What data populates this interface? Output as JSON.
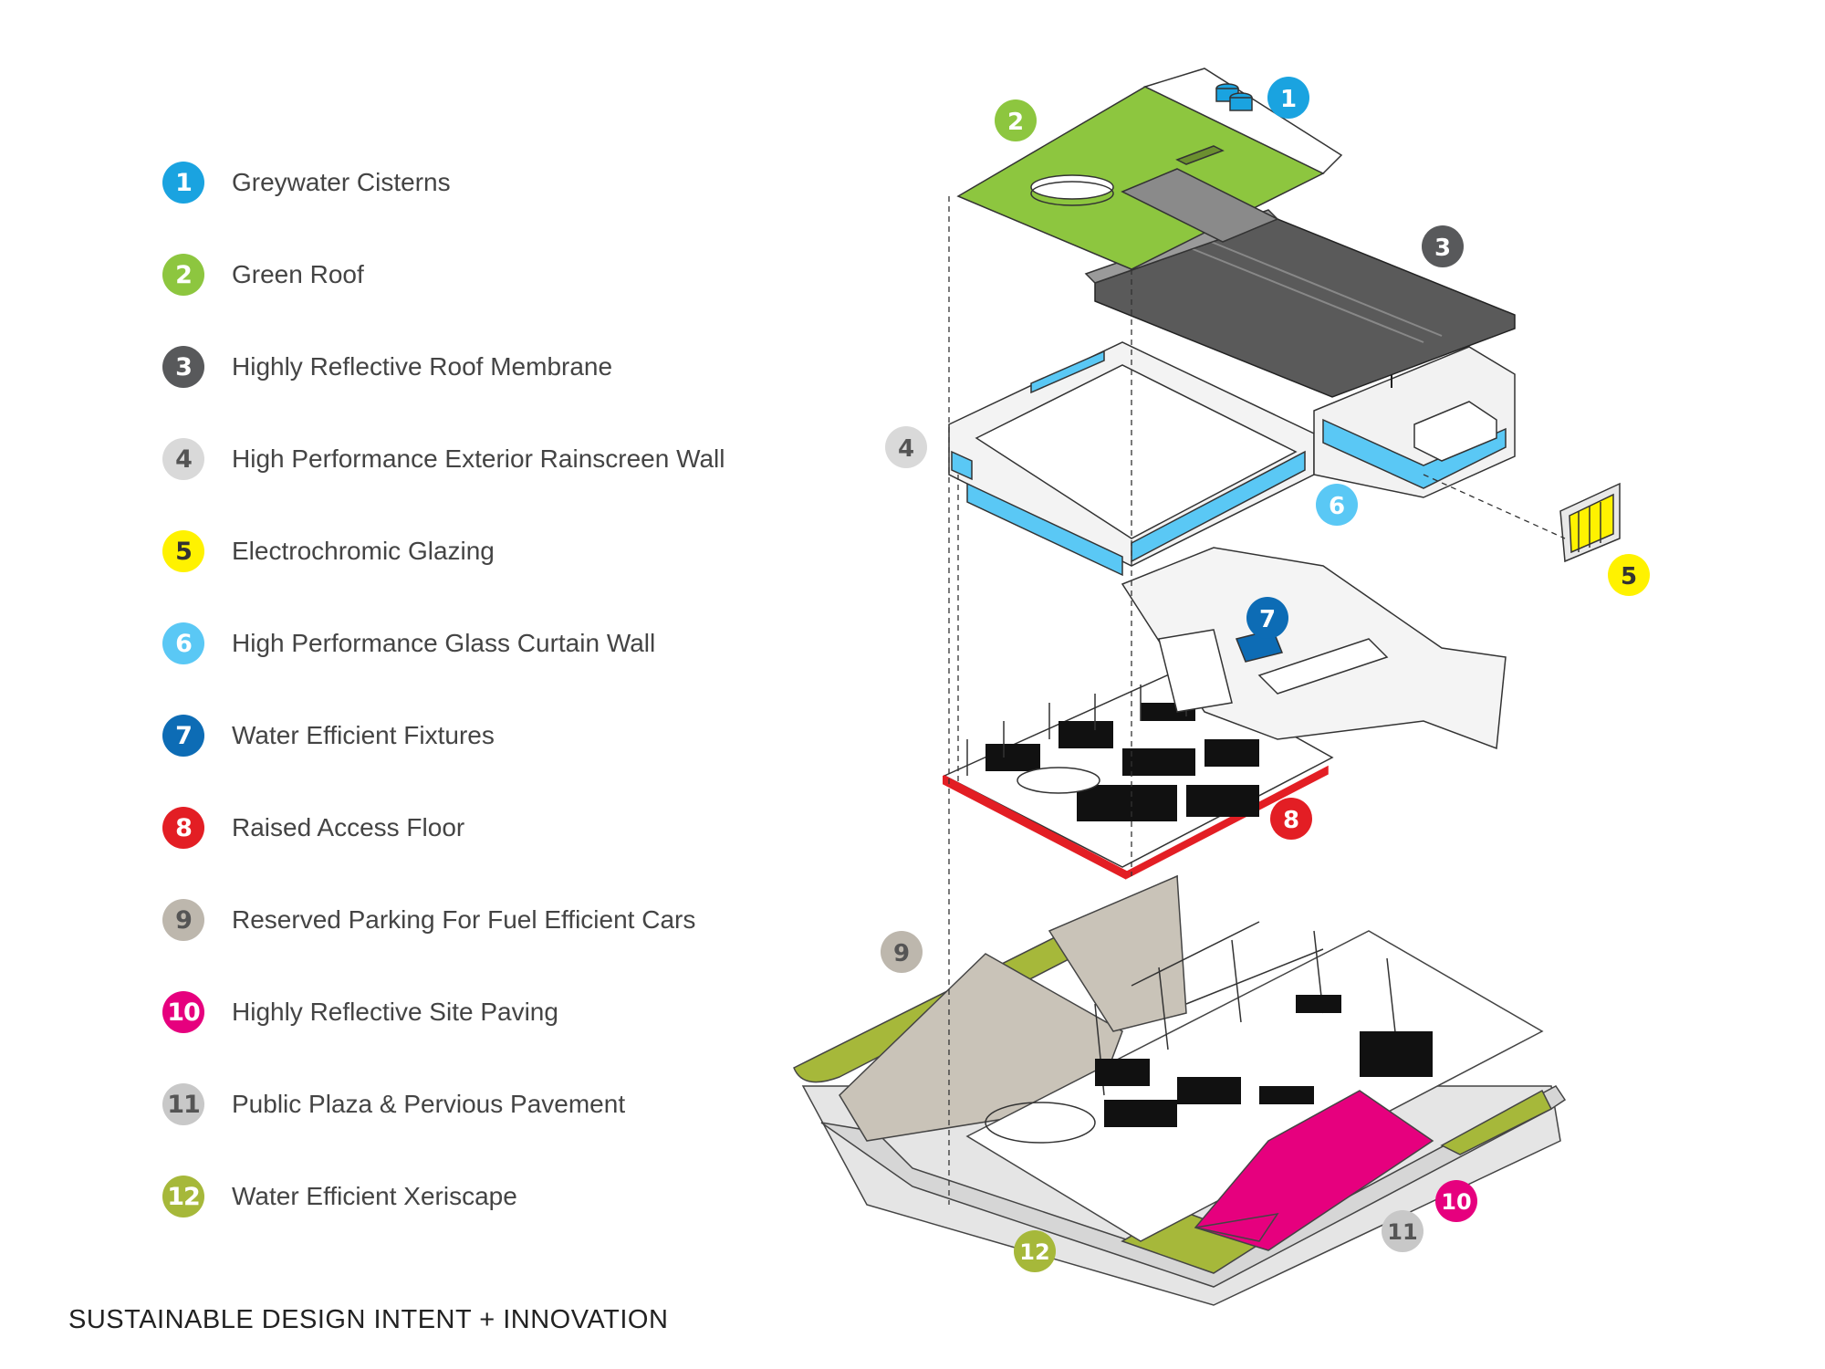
{
  "legend": [
    {
      "num": "1",
      "label": "Greywater Cisterns",
      "color": "#1aa3e0",
      "text_color": "#ffffff"
    },
    {
      "num": "2",
      "label": "Green Roof",
      "color": "#8dc63f",
      "text_color": "#ffffff"
    },
    {
      "num": "3",
      "label": "Highly Reflective Roof Membrane",
      "color": "#58595b",
      "text_color": "#ffffff"
    },
    {
      "num": "4",
      "label": "High Performance Exterior Rainscreen Wall",
      "color": "#d9d9d9",
      "text_color": "#555555"
    },
    {
      "num": "5",
      "label": "Electrochromic Glazing",
      "color": "#fff200",
      "text_color": "#333333"
    },
    {
      "num": "6",
      "label": "High Performance Glass Curtain Wall",
      "color": "#5ac8f5",
      "text_color": "#ffffff"
    },
    {
      "num": "7",
      "label": "Water Efficient Fixtures",
      "color": "#0d6cb5",
      "text_color": "#ffffff"
    },
    {
      "num": "8",
      "label": "Raised Access Floor",
      "color": "#e31e24",
      "text_color": "#ffffff"
    },
    {
      "num": "9",
      "label": "Reserved Parking For Fuel Efficient Cars",
      "color": "#bdb7ad",
      "text_color": "#555555"
    },
    {
      "num": "10",
      "label": "Highly Reflective Site Paving",
      "color": "#e6007e",
      "text_color": "#ffffff"
    },
    {
      "num": "11",
      "label": "Public Plaza & Pervious Pavement",
      "color": "#c8c8c8",
      "text_color": "#555555"
    },
    {
      "num": "12",
      "label": "Water Efficient Xeriscape",
      "color": "#a6b83a",
      "text_color": "#ffffff"
    }
  ],
  "footer_title": "SUSTAINABLE DESIGN INTENT + INNOVATION",
  "map_labels": [
    "1",
    "2",
    "3",
    "4",
    "5",
    "6",
    "7",
    "8",
    "9",
    "10",
    "11",
    "12"
  ]
}
